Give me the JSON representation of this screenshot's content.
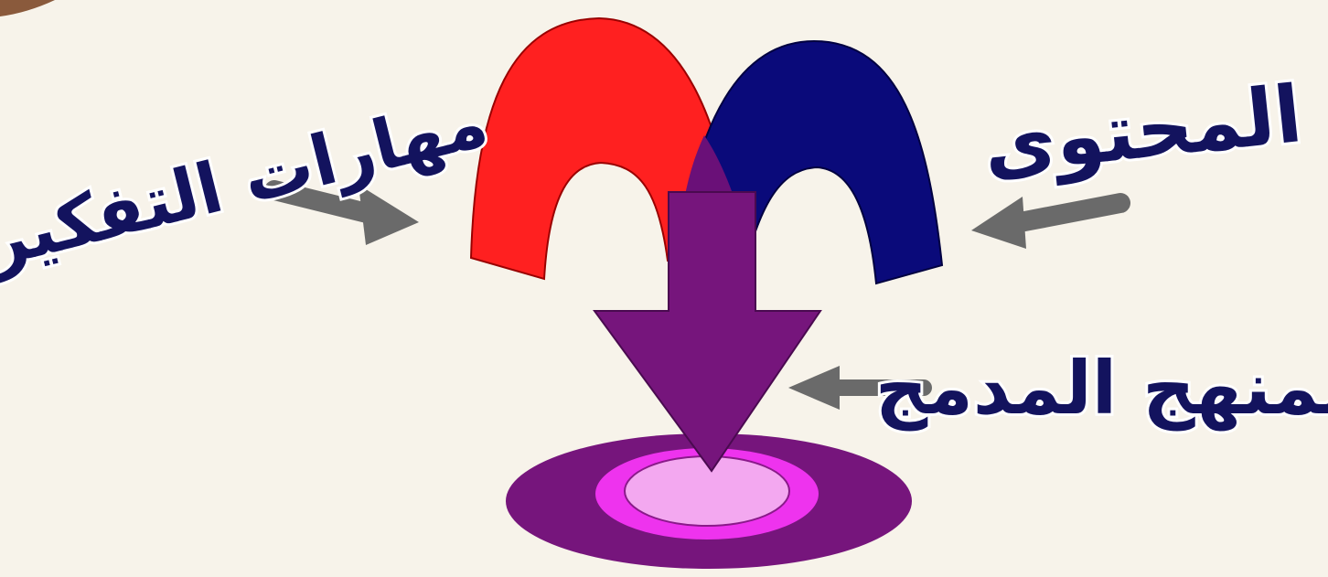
{
  "labels": {
    "thinking_skills": "مهارات التفكير",
    "content": "المحتوى",
    "integrated_curriculum": "المنهج المدمج"
  },
  "colors": {
    "background": "#f7f3ea",
    "red_arch": "#ff2020",
    "blue_arch": "#0a0a7a",
    "overlap": "#6a1078",
    "arrow": "#76157c",
    "outer_ring": "#76157c",
    "middle_ring": "#ee33ee",
    "center": "#f3a8f0",
    "text": "#13135e",
    "pointer_arrows": "#6a6a6a"
  }
}
